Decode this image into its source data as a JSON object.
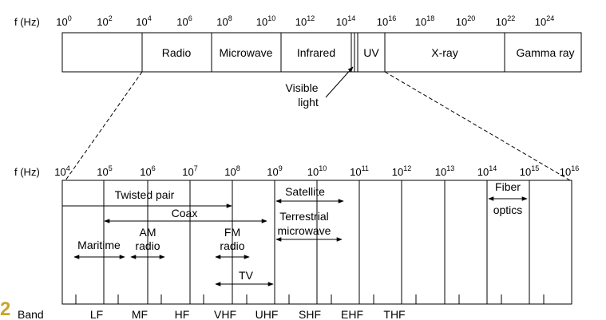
{
  "top_scale": {
    "label": "f (Hz)",
    "ticks": [
      {
        "base": "10",
        "exp": "0"
      },
      {
        "base": "10",
        "exp": "2"
      },
      {
        "base": "10",
        "exp": "4"
      },
      {
        "base": "10",
        "exp": "6"
      },
      {
        "base": "10",
        "exp": "8"
      },
      {
        "base": "10",
        "exp": "10"
      },
      {
        "base": "10",
        "exp": "12"
      },
      {
        "base": "10",
        "exp": "14"
      },
      {
        "base": "10",
        "exp": "16"
      },
      {
        "base": "10",
        "exp": "18"
      },
      {
        "base": "10",
        "exp": "20"
      },
      {
        "base": "10",
        "exp": "22"
      },
      {
        "base": "10",
        "exp": "24"
      }
    ],
    "bands": [
      "Radio",
      "Microwave",
      "Infrared",
      "UV",
      "X-ray",
      "Gamma ray"
    ],
    "visible_light": [
      "Visible",
      "light"
    ]
  },
  "bottom_scale": {
    "label": "f (Hz)",
    "ticks": [
      {
        "base": "10",
        "exp": "4"
      },
      {
        "base": "10",
        "exp": "5"
      },
      {
        "base": "10",
        "exp": "6"
      },
      {
        "base": "10",
        "exp": "7"
      },
      {
        "base": "10",
        "exp": "8"
      },
      {
        "base": "10",
        "exp": "9"
      },
      {
        "base": "10",
        "exp": "10"
      },
      {
        "base": "10",
        "exp": "11"
      },
      {
        "base": "10",
        "exp": "12"
      },
      {
        "base": "10",
        "exp": "13"
      },
      {
        "base": "10",
        "exp": "14"
      },
      {
        "base": "10",
        "exp": "15"
      },
      {
        "base": "10",
        "exp": "16"
      }
    ],
    "media": {
      "twisted_pair": "Twisted pair",
      "coax": "Coax",
      "satellite": "Satellite",
      "terrestrial": [
        "Terrestrial",
        "microwave"
      ],
      "fiber": [
        "Fiber",
        "optics"
      ],
      "maritime": "Maritime",
      "am_radio": [
        "AM",
        "radio"
      ],
      "fm_radio": [
        "FM",
        "radio"
      ],
      "tv": "TV"
    },
    "band_label": "Band",
    "bands": [
      "LF",
      "MF",
      "HF",
      "VHF",
      "UHF",
      "SHF",
      "EHF",
      "THF"
    ]
  },
  "logo_text": "2"
}
